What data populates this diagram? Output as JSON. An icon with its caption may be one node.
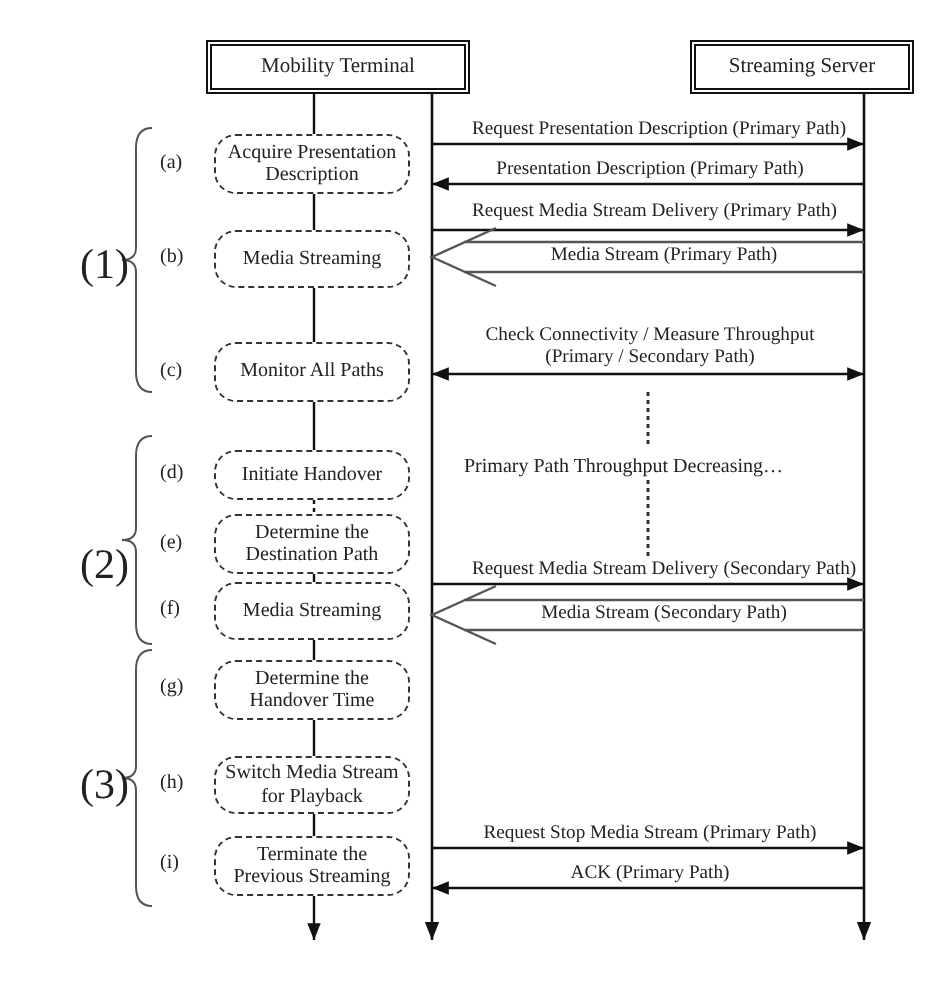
{
  "diagram": {
    "nodes": [
      {
        "text": [
          "Mobility Terminal"
        ]
      },
      {
        "text": [
          "Streaming Server"
        ]
      },
      {
        "text": [
          "Acquire Presentation Description"
        ]
      },
      {
        "text": [
          "Media Streaming"
        ]
      },
      {
        "text": [
          "Monitor All Paths"
        ]
      },
      {
        "text": [
          "Initiate Handover"
        ]
      },
      {
        "text": [
          "Determine the Destination Path"
        ]
      },
      {
        "text": [
          "Media Streaming"
        ]
      },
      {
        "text": [
          "Determine the Handover Time"
        ]
      },
      {
        "text": [
          "Switch Media Stream for Playback"
        ]
      },
      {
        "text": [
          "Terminate the Previous Streaming"
        ]
      }
    ],
    "edges": [
      {
        "from": 2,
        "to": 1,
        "arrow": "to",
        "label": "Request Presentation Description (Primary Path)"
      },
      {
        "from": 1,
        "to": 2,
        "arrow": "to",
        "label": "Presentation Description (Primary Path)"
      },
      {
        "from": 3,
        "to": 1,
        "arrow": "to",
        "label": "Request Media Stream Delivery (Primary Path)"
      },
      {
        "from": null,
        "to": 3,
        "arrow": "to",
        "label": "Media Stream (Primary Path)"
      },
      {
        "from": 4,
        "to": null,
        "arrow": "both",
        "label": "Check Connectivity / Measure Throughput (Primary / Secondary Path)"
      },
      {
        "from": 7,
        "to": null,
        "arrow": "to",
        "label": "Request Media Stream Delivery (Secondary Path)"
      },
      {
        "from": null,
        "to": 7,
        "arrow": "to",
        "label": "Media Stream (Secondary Path)"
      },
      {
        "from": 10,
        "to": null,
        "arrow": "to",
        "label": "Request Stop Media Stream (Primary Path)"
      },
      {
        "from": null,
        "to": 10,
        "arrow": "to",
        "label": "ACK (Primary Path)"
      },
      {
        "from": 0,
        "to": 2,
        "arrow": "none"
      },
      {
        "from": 2,
        "to": 3,
        "arrow": "none"
      },
      {
        "from": 3,
        "to": 4,
        "arrow": "none"
      },
      {
        "from": 4,
        "to": 5,
        "arrow": "none"
      },
      {
        "from": 5,
        "to": 6,
        "arrow": "none",
        "style": "dashed"
      },
      {
        "from": 6,
        "to": 7,
        "arrow": "none"
      },
      {
        "from": 7,
        "to": 8,
        "arrow": "none"
      },
      {
        "from": 8,
        "to": 9,
        "arrow": "none"
      },
      {
        "from": 9,
        "to": 10,
        "arrow": "none"
      },
      {
        "from": 10,
        "to": null,
        "arrow": "to"
      }
    ],
    "labels": [
      "(1)",
      "(a)",
      "(b)",
      "(c)",
      "(2)",
      "(d)",
      "(e)",
      "(f)",
      "(3)",
      "(g)",
      "(h)",
      "(i)",
      "Primary Path Throughput Decreasing…"
    ]
  }
}
